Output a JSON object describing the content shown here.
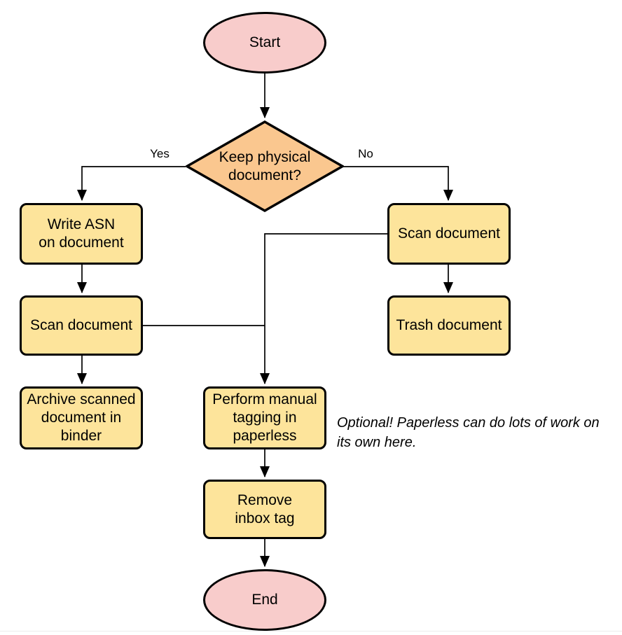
{
  "colors": {
    "background": "#ffffff",
    "node-border": "#000000",
    "edge": "#000000",
    "text": "#000000",
    "terminal-fill": "#f8cccb",
    "decision-fill": "#fac78f",
    "process-fill": "#fde49b"
  },
  "nodes": {
    "start": "Start",
    "decision": "Keep physical\ndocument?",
    "write_asn": "Write ASN\non document",
    "scan_left": "Scan document",
    "archive": "Archive scanned\ndocument in\nbinder",
    "scan_right": "Scan document",
    "trash": "Trash document",
    "tagging": "Perform manual\ntagging in\npaperless",
    "remove_inbox": "Remove\ninbox tag",
    "end": "End"
  },
  "edge_labels": {
    "yes": "Yes",
    "no": "No"
  },
  "annotation": "Optional! Paperless can do lots of work on\nits own here."
}
